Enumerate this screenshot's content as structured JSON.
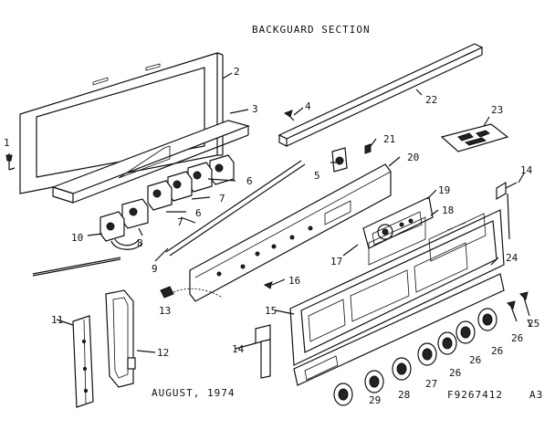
{
  "title": "BACKGUARD SECTION",
  "date": "AUGUST, 1974",
  "code": "F9267412",
  "page": "A3",
  "callouts": [
    "1",
    "2",
    "3",
    "4",
    "5",
    "6",
    "6",
    "7",
    "7",
    "8",
    "9",
    "10",
    "11",
    "12",
    "13",
    "14",
    "14",
    "15",
    "16",
    "17",
    "18",
    "19",
    "20",
    "21",
    "22",
    "23",
    "24",
    "25",
    "26",
    "26",
    "26",
    "26",
    "27",
    "28",
    "29"
  ]
}
